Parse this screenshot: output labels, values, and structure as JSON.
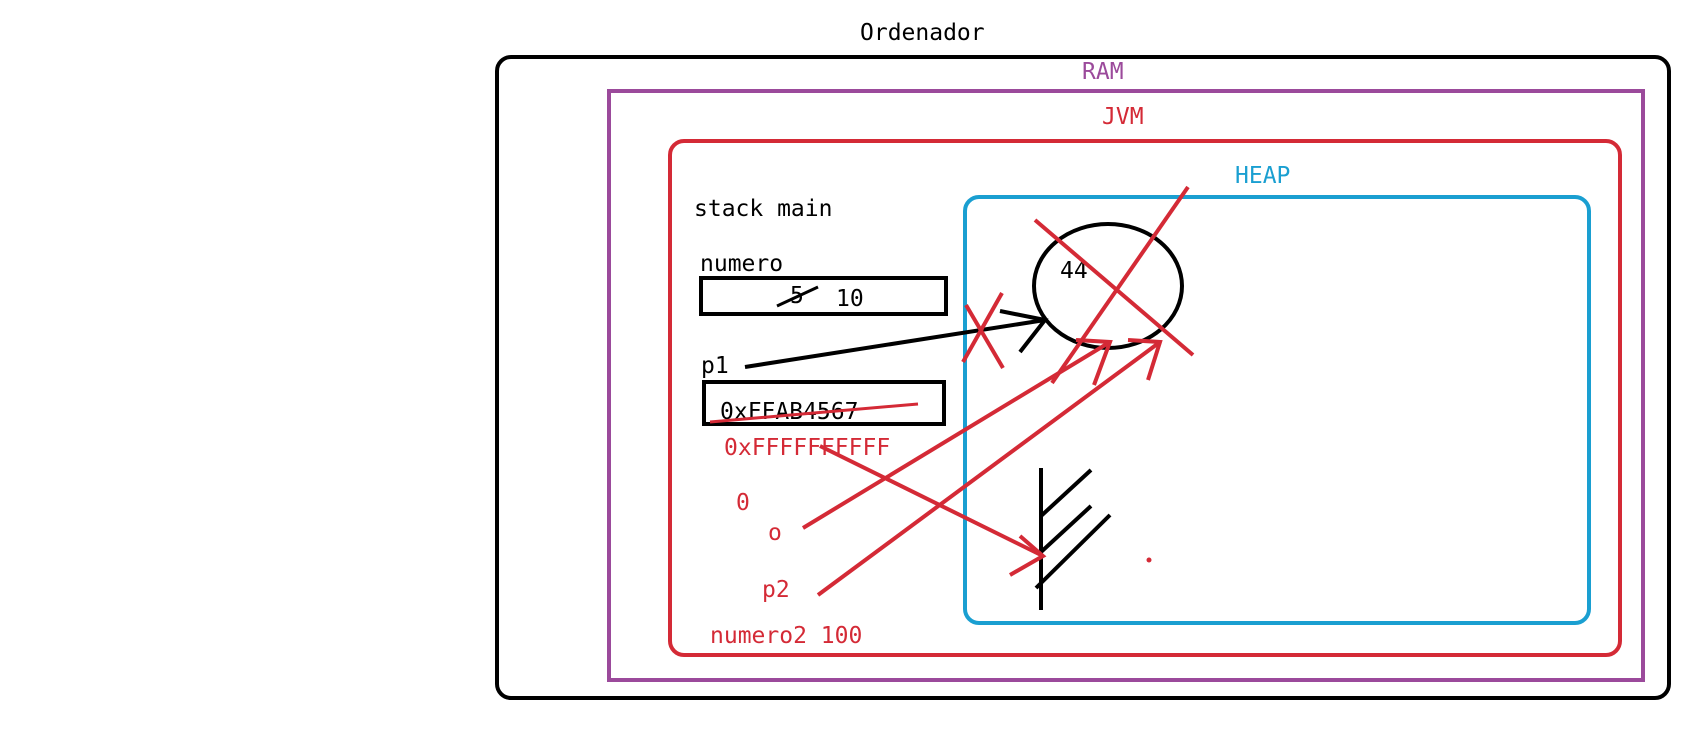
{
  "labels": {
    "computer": "Ordenador",
    "ram": "RAM",
    "jvm": "JVM",
    "heap": "HEAP",
    "stack": "stack main",
    "var_numero": "numero",
    "numero_old_value": "5",
    "numero_value": "10",
    "var_p1": "p1",
    "p1_old_value": "0xFFAB4567",
    "p1_new_value": "0xFFFFFFFFFF",
    "zero": "0",
    "var_o": "o",
    "var_p2": "p2",
    "numero2": "numero2 100",
    "heap_object_value": "44"
  },
  "colors": {
    "computer": "#000000",
    "ram": "#9b4a9b",
    "jvm": "#d42a36",
    "heap": "#1a9fd1",
    "ink": "#000000",
    "red_ink": "#d42a36"
  }
}
